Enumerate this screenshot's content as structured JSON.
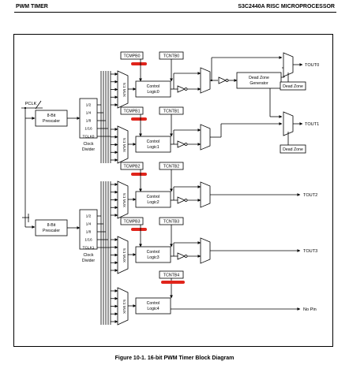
{
  "header": {
    "left": "PWM TIMER",
    "right": "S3C2440A RISC MICROPROCESSOR"
  },
  "caption": "Figure 10-1. 16-bit PWM Timer Block Diagram",
  "diagram": {
    "pclk": "PCLK",
    "prescaler_line1": "8-Bit",
    "prescaler_line2": "Prescaler",
    "divider_taps": [
      "1/2",
      "1/4",
      "1/8",
      "1/16"
    ],
    "tclk0": "TCLK0",
    "tclk1": "TCLK1",
    "clock_divider_line1": "Clock",
    "clock_divider_line2": "Divider",
    "mux_label": "5:1 MUX",
    "tcmpb": [
      "TCMPB0",
      "TCMPB1",
      "TCMPB2",
      "TCMPB3"
    ],
    "tcntb": [
      "TCNTB0",
      "TCNTB1",
      "TCNTB2",
      "TCNTB3",
      "TCNTB4"
    ],
    "control_line1": "Control",
    "control_logic": [
      "Logic0",
      "Logic1",
      "Logic2",
      "Logic3",
      "Logic4"
    ],
    "dead_zone_gen_line1": "Dead Zone",
    "dead_zone_gen_line2": "Generator",
    "dead_zone": "Dead Zone",
    "outputs": [
      "TOUT0",
      "TOUT1",
      "TOUT2",
      "TOUT3",
      "No Pin"
    ],
    "highlight_color": "#e0241b"
  }
}
